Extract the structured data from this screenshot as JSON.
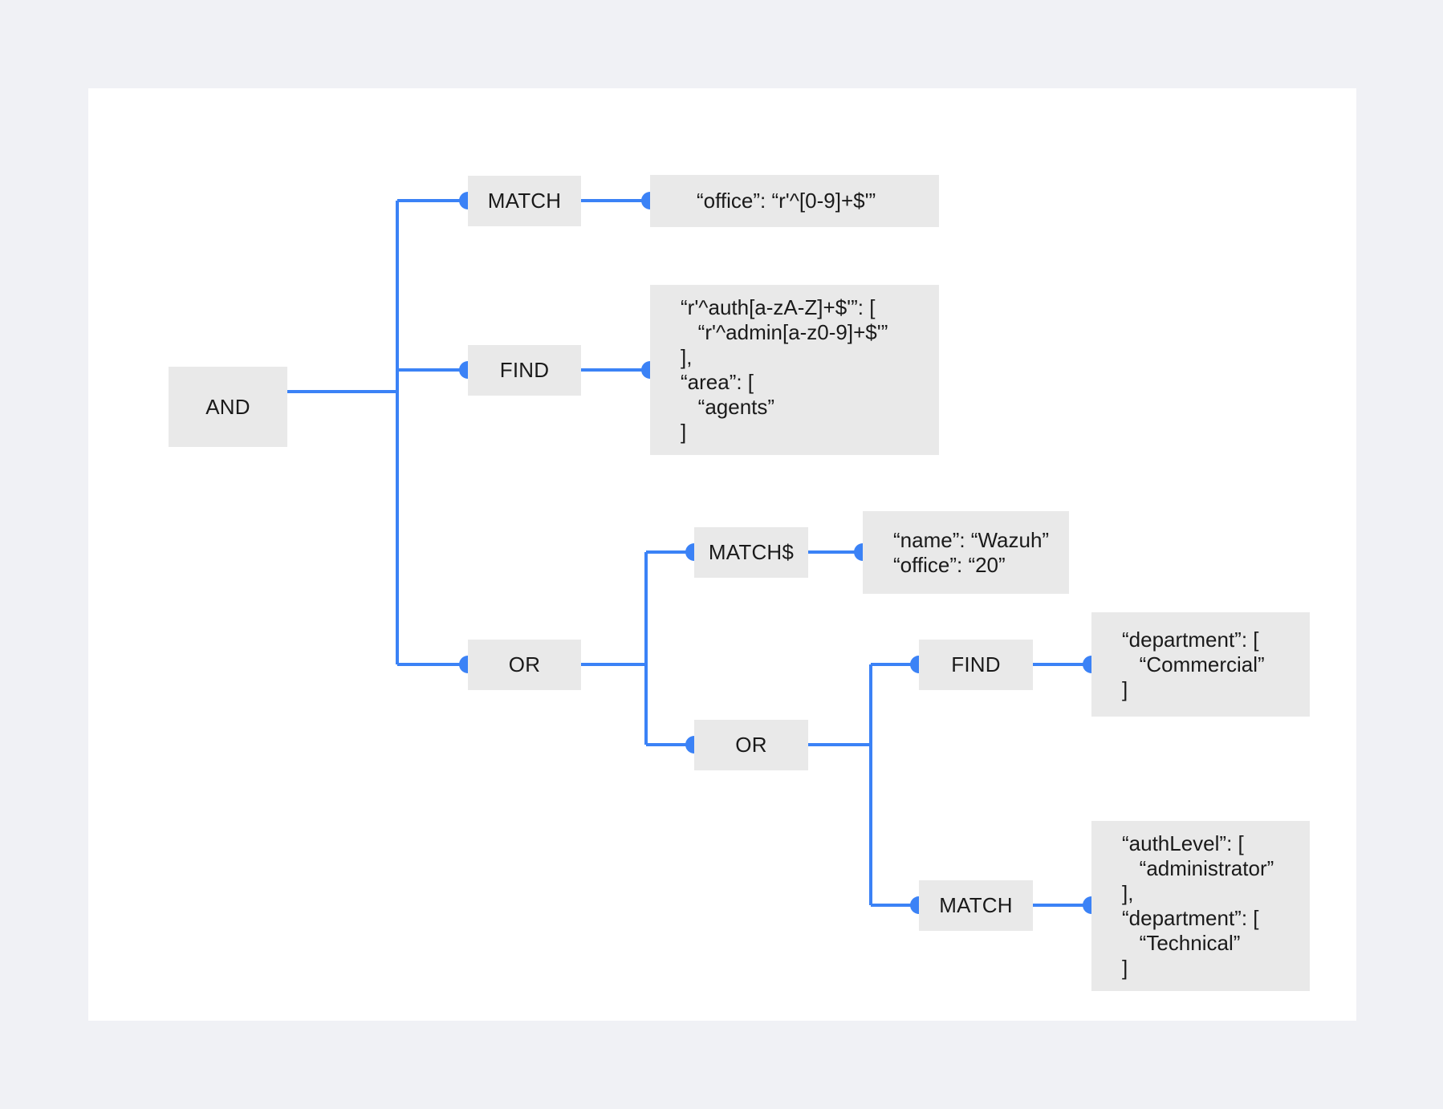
{
  "diagram": {
    "type": "query-expression-tree",
    "theme": {
      "page_background": "#f0f1f5",
      "canvas_background": "#ffffff",
      "node_fill": "#e9e9e9",
      "edge_color": "#3b82f6",
      "connector_dot_color": "#3b82f6",
      "text_color": "#1a1a1a"
    },
    "nodes": {
      "root_and": {
        "label": "AND"
      },
      "match_top": {
        "label": "MATCH"
      },
      "find_mid": {
        "label": "FIND"
      },
      "or_outer": {
        "label": "OR"
      },
      "match_dollar": {
        "label": "MATCH$"
      },
      "or_inner": {
        "label": "OR"
      },
      "find_inner": {
        "label": "FIND"
      },
      "match_inner": {
        "label": "MATCH"
      }
    },
    "leaves": {
      "office_regex": {
        "text": "“office”: “r'^[0-9]+$'”"
      },
      "auth_area": {
        "text": "“r'^auth[a-zA-Z]+$'”: [\n   “r'^admin[a-z0-9]+$'”\n],\n“area”: [\n   “agents”\n]"
      },
      "name_office": {
        "text": "“name”: “Wazuh”\n“office”: “20”"
      },
      "department_commercial": {
        "text": "“department”: [\n   “Commercial”\n]"
      },
      "authlevel_department": {
        "text": "“authLevel”: [\n   “administrator”\n],\n“department”: [\n   “Technical”\n]"
      }
    },
    "edges": [
      {
        "from": "root_and",
        "to": "match_top"
      },
      {
        "from": "root_and",
        "to": "find_mid"
      },
      {
        "from": "root_and",
        "to": "or_outer"
      },
      {
        "from": "match_top",
        "to": "office_regex"
      },
      {
        "from": "find_mid",
        "to": "auth_area"
      },
      {
        "from": "or_outer",
        "to": "match_dollar"
      },
      {
        "from": "or_outer",
        "to": "or_inner"
      },
      {
        "from": "match_dollar",
        "to": "name_office"
      },
      {
        "from": "or_inner",
        "to": "find_inner"
      },
      {
        "from": "or_inner",
        "to": "match_inner"
      },
      {
        "from": "find_inner",
        "to": "department_commercial"
      },
      {
        "from": "match_inner",
        "to": "authlevel_department"
      }
    ]
  }
}
